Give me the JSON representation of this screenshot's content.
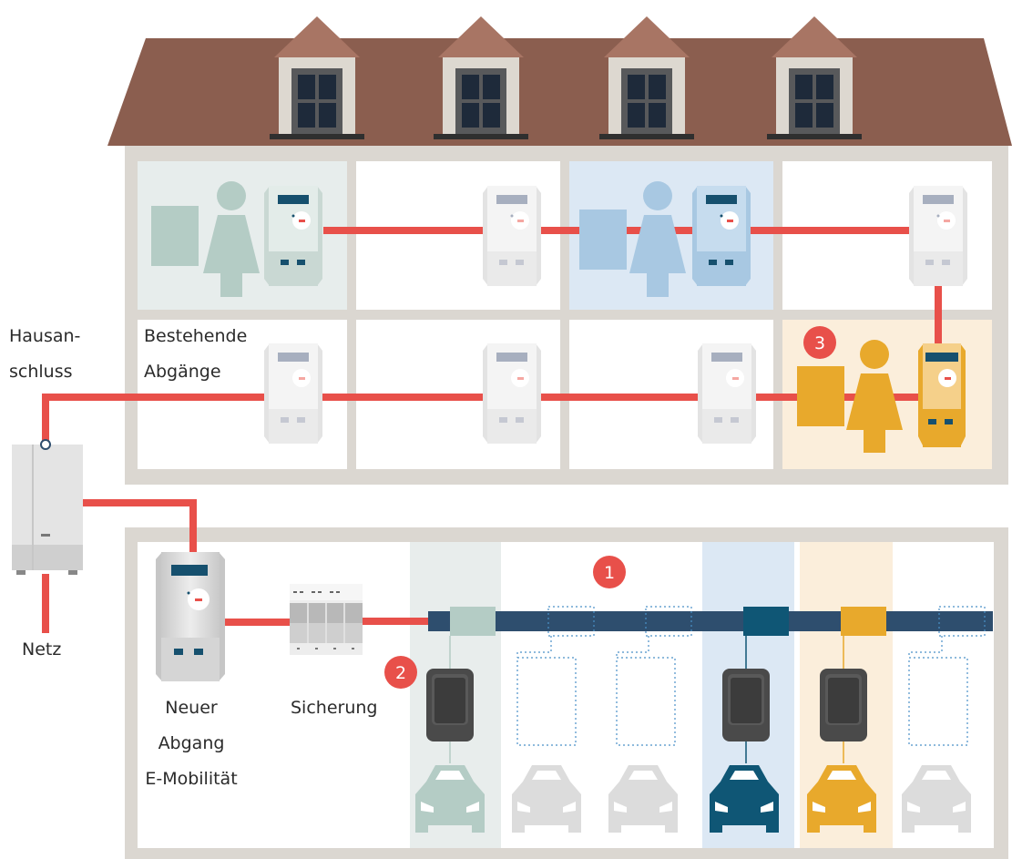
{
  "labels": {
    "hausanschluss_1": "Hausan-",
    "hausanschluss_2": "schluss",
    "netz": "Netz",
    "bestehende_1": "Bestehende",
    "bestehende_2": "Abgänge",
    "neuer_1": "Neuer",
    "neuer_2": "Abgang",
    "neuer_3": "E-Mobilität",
    "sicherung": "Sicherung"
  },
  "markers": [
    "1",
    "2",
    "3"
  ],
  "colors": {
    "roof": "#8B5E4F",
    "wall": "#DBD7D1",
    "cable": "#E8504A",
    "bus": "#2E4E6E",
    "teal": "#B4CCC5",
    "blue": "#A8C8E2",
    "orange": "#E8A92C",
    "navy": "#0F5675",
    "grey_car": "#DCDCDC"
  }
}
